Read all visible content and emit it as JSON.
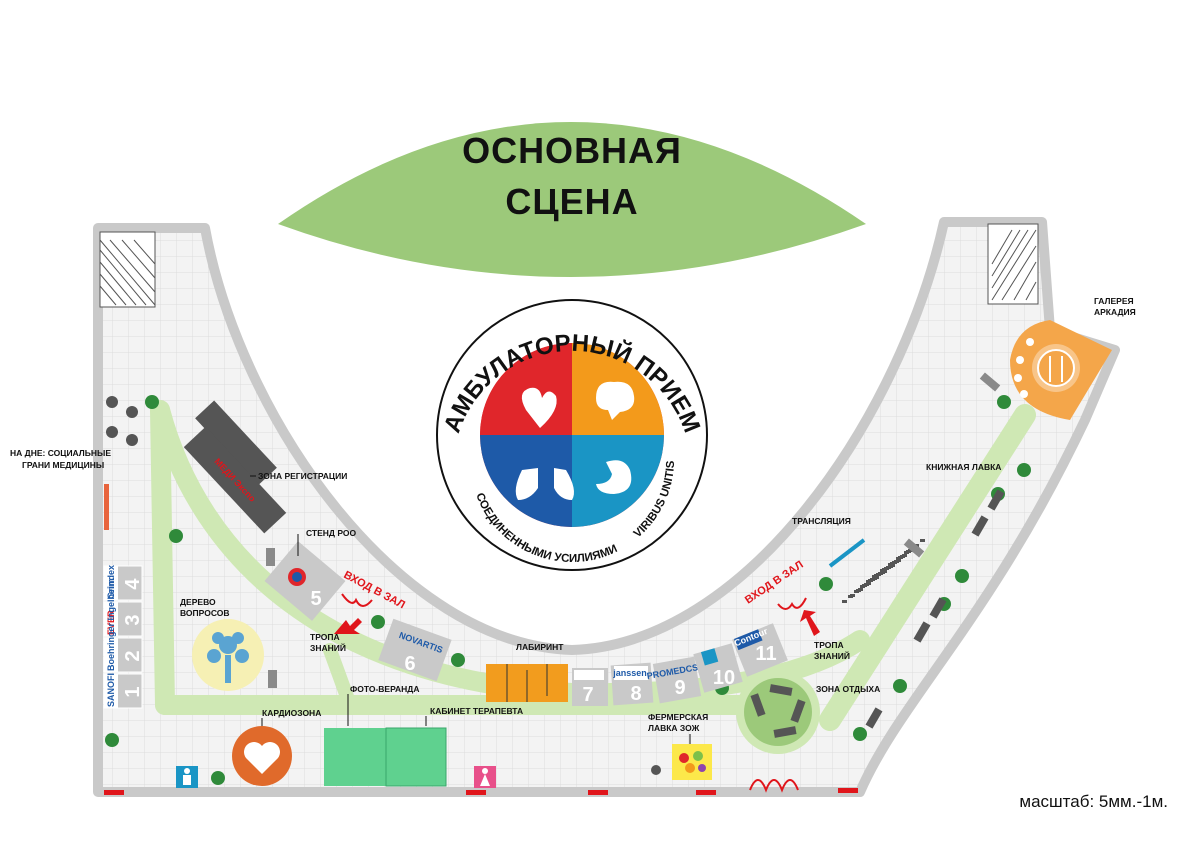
{
  "stage": {
    "line1": "ОСНОВНАЯ",
    "line2": "СЦЕНА"
  },
  "logo": {
    "arc_title": "АМБУЛАТОРНЫЙ ПРИЕМ",
    "arc_bottom_left": "СОЕДИНЕННЫМИ УСИЛИЯМИ",
    "arc_bottom_right": "VIRIBUS UNITIS",
    "colors": [
      "#e0262b",
      "#f39a1b",
      "#1e5aa8",
      "#1a95c5"
    ]
  },
  "labels": {
    "social": [
      "НА ДНЕ: СОЦИАЛЬНЫЕ",
      "ГРАНИ МЕДИЦИНЫ"
    ],
    "registration": "ЗОНА РЕГИСТРАЦИИ",
    "roo_stand": "СТЕНД РОО",
    "entrance_left": "ВХОД В ЗАЛ",
    "entrance_right": "ВХОД В ЗАЛ",
    "knowledge_left": [
      "ТРОПА",
      "ЗНАНИЙ"
    ],
    "knowledge_right": [
      "ТРОПА",
      "ЗНАНИЙ"
    ],
    "tree": [
      "ДЕРЕВО",
      "ВОПРОСОВ"
    ],
    "labyrinth": "ЛАБИРИНТ",
    "cardio": "КАРДИОЗОНА",
    "photo": "ФОТО-ВЕРАНДА",
    "therapist": "КАБИНЕТ ТЕРАПЕВТА",
    "farm": [
      "ФЕРМЕРСКАЯ",
      "ЛАВКА ЗОЖ"
    ],
    "rest": "ЗОНА ОТДЫХА",
    "broadcast": "ТРАНСЛЯЦИЯ",
    "bookshop": "КНИЖНАЯ ЛАВКА",
    "gallery": [
      "ГАЛЕРЕЯ",
      "АРКАДИЯ"
    ]
  },
  "stands": {
    "left_column": [
      {
        "num": "4",
        "brand": "Grindex"
      },
      {
        "num": "3",
        "brand": "EVER"
      },
      {
        "num": "2",
        "brand": "Boehringer Ingelheim"
      },
      {
        "num": "1",
        "brand": "SANOFI"
      }
    ],
    "s5": {
      "num": "5",
      "brand": ""
    },
    "s6": {
      "num": "6",
      "brand": "NOVARTIS"
    },
    "s7": {
      "num": "7",
      "brand": ""
    },
    "s8": {
      "num": "8",
      "brand": "janssen"
    },
    "s9": {
      "num": "9",
      "brand": "PROMEDCS"
    },
    "s10": {
      "num": "10",
      "brand": ""
    },
    "s11": {
      "num": "11",
      "brand": "Contour"
    }
  },
  "registration_banner": "МЕДИ Экспо",
  "scale": "масштаб: 5мм.-1м.",
  "colors": {
    "stage": "#9cc97a",
    "path": "#cfe8b4",
    "wall": "#d9d9d9",
    "floor": "#f2f2f2",
    "entrance": "#e0151b",
    "gallery": "#f4a64a",
    "photo": "#5fd18f",
    "labyrinth": "#f29c1e"
  }
}
